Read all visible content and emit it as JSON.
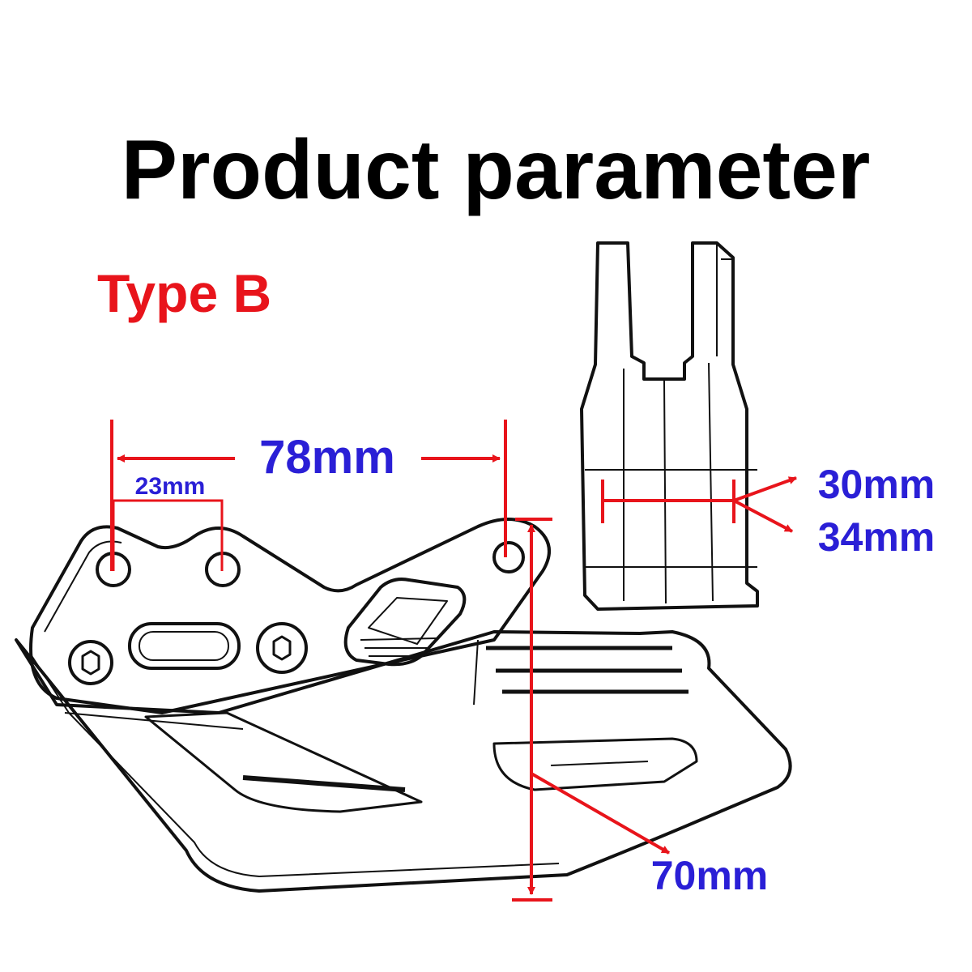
{
  "header": {
    "title": "Product parameter",
    "subtitle": "Type B"
  },
  "dimensions": {
    "hole_span": "78mm",
    "hole_pitch": "23mm",
    "inner_width": "30mm",
    "outer_width": "34mm",
    "height": "70mm"
  },
  "colors": {
    "title": "#000000",
    "subtitle": "#e8141b",
    "dimension_text": "#2a1fd6",
    "dimension_line": "#e8141b",
    "outline": "#111111"
  }
}
